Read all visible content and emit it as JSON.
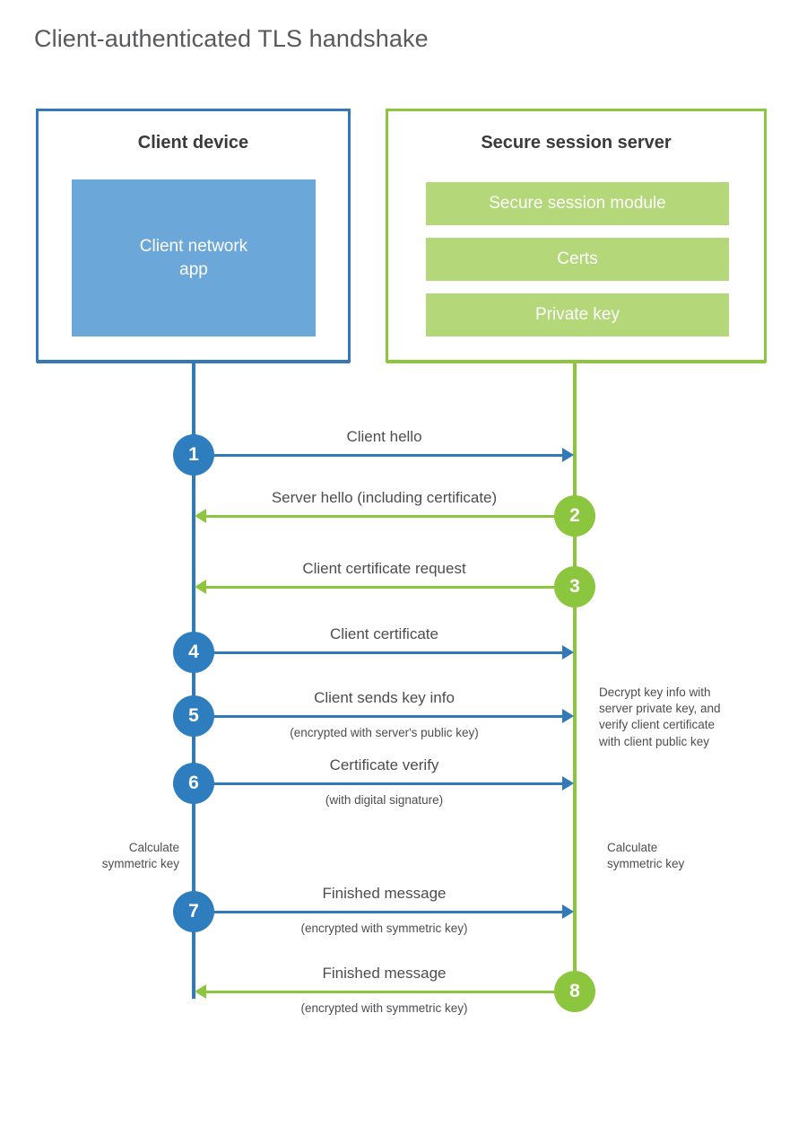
{
  "title": "Client-authenticated TLS handshake",
  "colors": {
    "client_blue": "#3279b8",
    "client_circle_blue": "#2e7ebf",
    "client_panel_blue": "#6ba7d8",
    "server_green": "#8cc63f",
    "server_panel_green": "#b3d779",
    "text_gray": "#4d4d4f",
    "title_gray": "#58595b"
  },
  "client": {
    "title": "Client device",
    "app_label": "Client network\napp"
  },
  "server": {
    "title": "Secure session server",
    "panels": [
      {
        "label": "Secure session module"
      },
      {
        "label": "Certs"
      },
      {
        "label": "Private key"
      }
    ]
  },
  "steps": [
    {
      "number": "1",
      "label": "Client hello",
      "sub": "",
      "direction": "client-to-server",
      "color": "blue"
    },
    {
      "number": "2",
      "label": "Server hello (including certificate)",
      "sub": "",
      "direction": "server-to-client",
      "color": "green"
    },
    {
      "number": "3",
      "label": "Client certificate request",
      "sub": "",
      "direction": "server-to-client",
      "color": "green"
    },
    {
      "number": "4",
      "label": "Client certificate",
      "sub": "",
      "direction": "client-to-server",
      "color": "blue"
    },
    {
      "number": "5",
      "label": "Client sends key info",
      "sub": "(encrypted with server's public key)",
      "direction": "client-to-server",
      "color": "blue"
    },
    {
      "number": "6",
      "label": "Certificate verify",
      "sub": "(with digital signature)",
      "direction": "client-to-server",
      "color": "blue"
    },
    {
      "number": "7",
      "label": "Finished message",
      "sub": "(encrypted with symmetric key)",
      "direction": "client-to-server",
      "color": "blue"
    },
    {
      "number": "8",
      "label": "Finished message",
      "sub": "(encrypted with symmetric key)",
      "direction": "server-to-client",
      "color": "green"
    }
  ],
  "annotations": {
    "server_decrypt": "Decrypt key info with\nserver private key, and\nverify client certificate\nwith client public key",
    "client_symmetric_key": "Calculate\nsymmetric key",
    "server_symmetric_key": "Calculate\nsymmetric key"
  }
}
